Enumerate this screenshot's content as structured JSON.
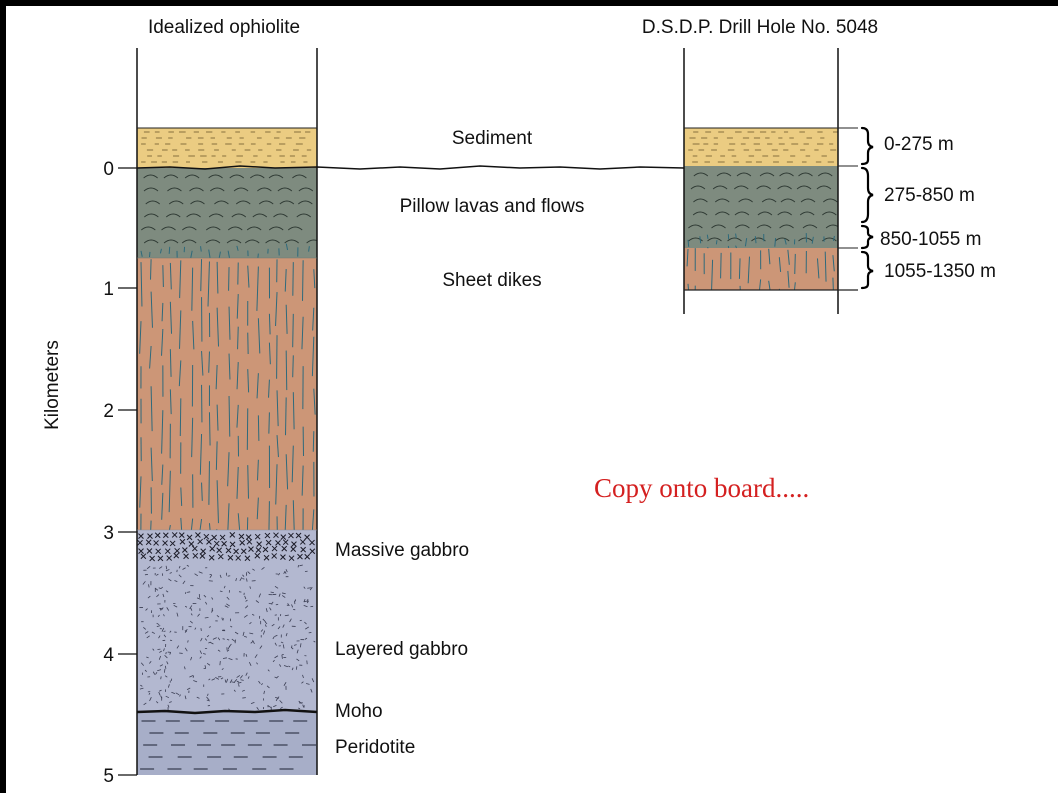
{
  "titles": {
    "left": "Idealized ophiolite",
    "right": "D.S.D.P. Drill Hole No. 5048"
  },
  "axis": {
    "label": "Kilometers",
    "ticks": [
      "0",
      "1",
      "2",
      "3",
      "4",
      "5"
    ]
  },
  "layers": {
    "sediment": "Sediment",
    "pillow": "Pillow lavas and flows",
    "sheet": "Sheet dikes",
    "massive": "Massive gabbro",
    "layered": "Layered gabbro",
    "moho": "Moho",
    "peridotite": "Peridotite"
  },
  "drill": {
    "ranges": [
      "0-275 m",
      "275-850 m",
      "850-1055 m",
      "1055-1350 m"
    ]
  },
  "note": "Copy onto board.....",
  "colors": {
    "sediment": "#ebcc82",
    "pillow": "#7e8b7f",
    "sheet": "#cc9677",
    "gabbro": "#b3b8d0",
    "peridotite": "#a7aec8",
    "dike_line": "#2e6a7c",
    "note": "#d42020"
  }
}
